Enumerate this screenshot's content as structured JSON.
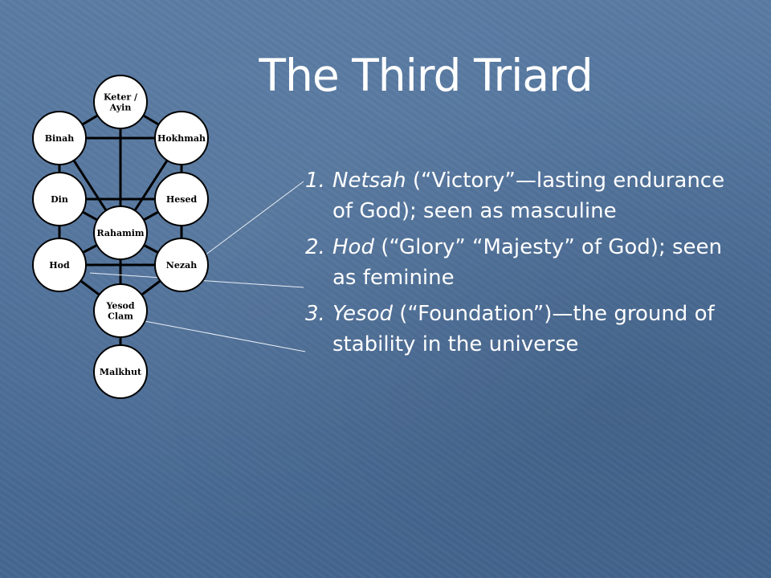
{
  "slide": {
    "title": "The Third Triard"
  },
  "diagram": {
    "nodes": [
      {
        "id": "keter",
        "label": [
          "Keter /",
          "Ayin"
        ]
      },
      {
        "id": "binah",
        "label": [
          "Binah"
        ]
      },
      {
        "id": "hokhmah",
        "label": [
          "Hokhmah"
        ]
      },
      {
        "id": "din",
        "label": [
          "Din"
        ]
      },
      {
        "id": "hesed",
        "label": [
          "Hesed"
        ]
      },
      {
        "id": "rahamim",
        "label": [
          "Rahamim"
        ]
      },
      {
        "id": "hod",
        "label": [
          "Hod"
        ]
      },
      {
        "id": "nezah",
        "label": [
          "Nezah"
        ]
      },
      {
        "id": "yesod",
        "label": [
          "Yesod",
          "Clam"
        ]
      },
      {
        "id": "malkhut",
        "label": [
          "Malkhut"
        ]
      }
    ]
  },
  "items": [
    {
      "num": "1.",
      "term": "Netsah",
      "rest": " (“Victory”—lasting endurance of God); seen as masculine"
    },
    {
      "num": "2.",
      "term": "Hod",
      "rest": " (“Glory” “Majesty” of God); seen as feminine"
    },
    {
      "num": "3.",
      "term": "Yesod",
      "rest": " (“Foundation”)—the ground of stability in the universe"
    }
  ],
  "colors": {
    "background": "#4f729c",
    "text": "#ffffff",
    "node_fill": "#ffffff",
    "node_stroke": "#000000"
  }
}
